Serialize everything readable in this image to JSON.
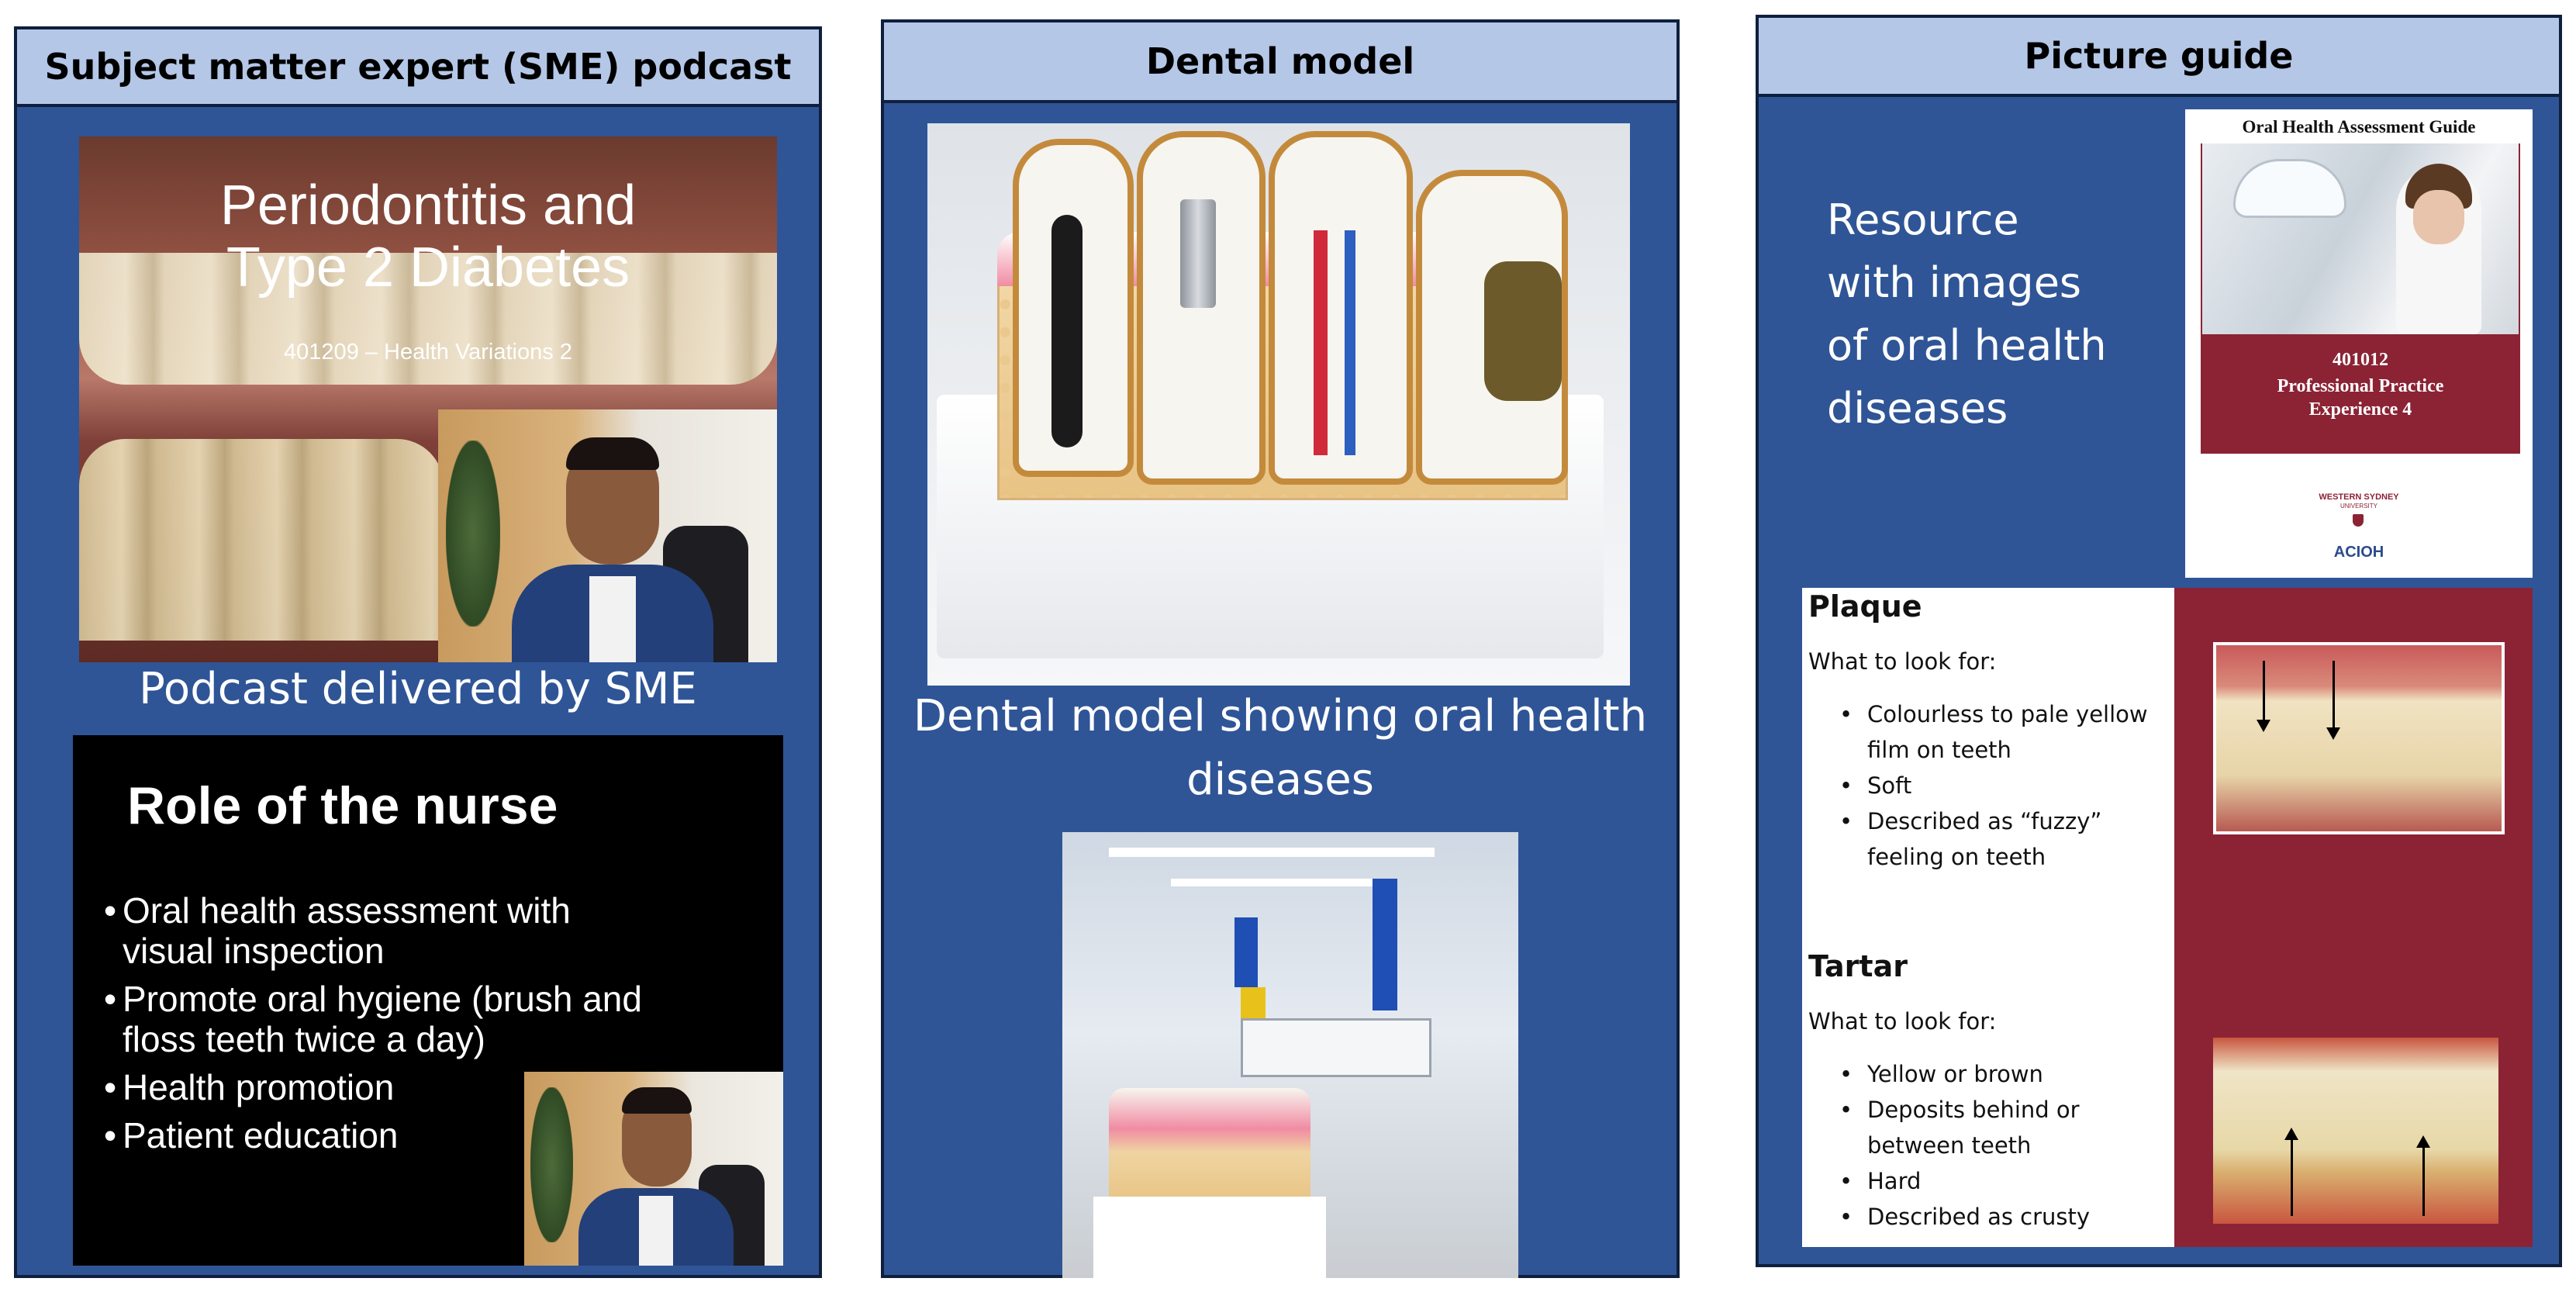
{
  "panels": {
    "podcast": {
      "title": "Subject matter expert (SME) podcast",
      "slide1": {
        "title_line1": "Periodontitis and",
        "title_line2": "Type 2 Diabetes",
        "subtitle": "401209 – Health Variations 2"
      },
      "caption": "Podcast delivered by SME",
      "slide2": {
        "title": "Role of the nurse",
        "bullets": [
          "Oral health assessment with visual inspection",
          "Promote oral hygiene (brush and floss teeth twice a day)",
          "Health promotion",
          "Patient education"
        ]
      }
    },
    "dental_model": {
      "title": "Dental model",
      "caption_line1": "Dental model showing oral health",
      "caption_line2": "diseases"
    },
    "picture_guide": {
      "title": "Picture guide",
      "description_lines": [
        "Resource",
        "with images",
        "of oral health",
        "diseases"
      ],
      "cover": {
        "heading": "Oral Health Assessment Guide",
        "course_code": "401012",
        "course_line1": "Professional Practice",
        "course_line2": "Experience 4",
        "logo1": "WESTERN SYDNEY",
        "logo1_sub": "UNIVERSITY",
        "logo2": "ACIOH"
      },
      "plaque": {
        "heading": "Plaque",
        "label": "What to look for:",
        "items": [
          "Colourless to pale yellow film on teeth",
          "Soft",
          "Described as “fuzzy” feeling on teeth"
        ]
      },
      "tartar": {
        "heading": "Tartar",
        "label": "What to look for:",
        "items": [
          "Yellow or brown",
          "Deposits behind or between teeth",
          "Hard",
          "Described as crusty"
        ]
      }
    }
  },
  "colors": {
    "panel_bg": "#2f5597",
    "header_bg": "#b4c7e7",
    "maroon": "#8b2335"
  }
}
